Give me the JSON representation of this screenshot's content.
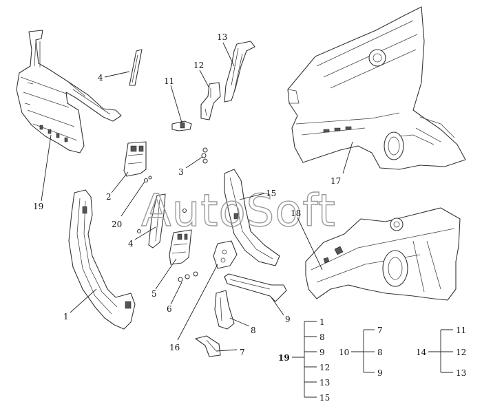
{
  "watermark": "AutoSoft",
  "callouts": {
    "c19": "19",
    "c4a": "4",
    "c13": "13",
    "c12": "12",
    "c11": "11",
    "c3": "3",
    "c2": "2",
    "c20": "20",
    "c15": "15",
    "c17": "17",
    "c18": "18",
    "c1": "1",
    "c4b": "4",
    "c5": "5",
    "c6": "6",
    "c16": "16",
    "c9": "9",
    "c8": "8",
    "c7": "7"
  },
  "assemblies": {
    "a19": {
      "label": "19",
      "items": [
        "1",
        "8",
        "9",
        "12",
        "13",
        "15"
      ]
    },
    "a10": {
      "label": "10",
      "items": [
        "7",
        "8",
        "9"
      ]
    },
    "a14": {
      "label": "14",
      "items": [
        "11",
        "12",
        "13"
      ]
    }
  }
}
